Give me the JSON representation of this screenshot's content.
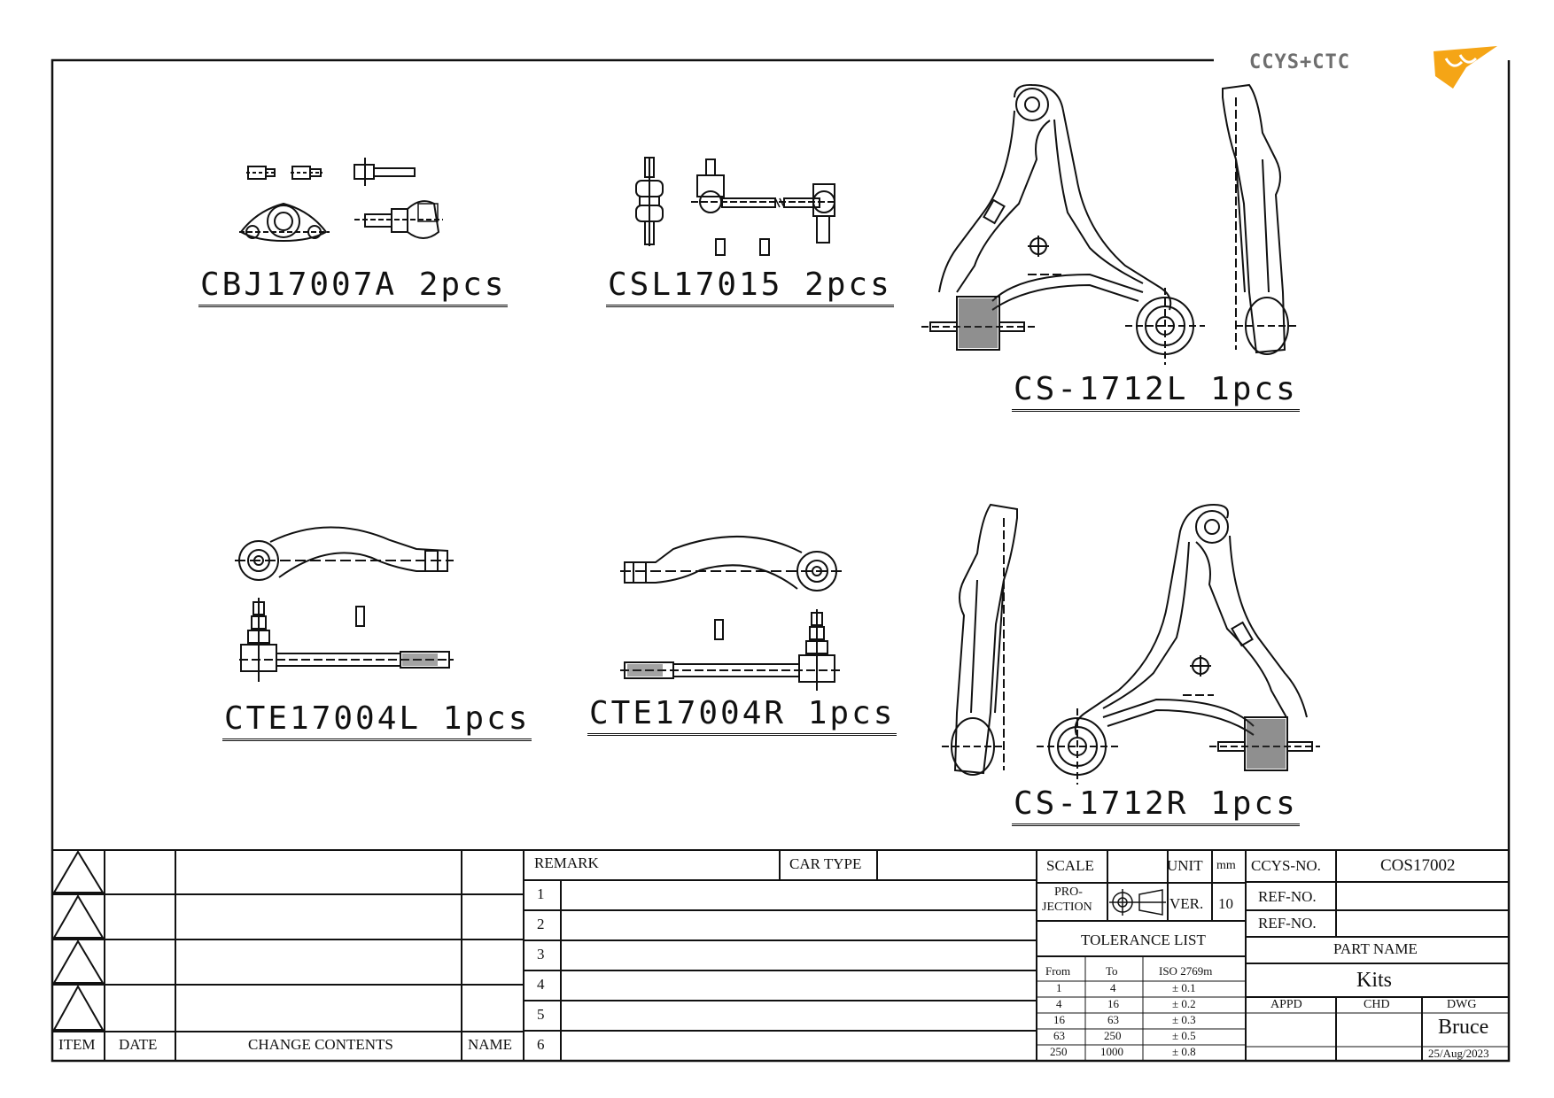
{
  "logo": {
    "text": "CCYS+CTC",
    "brand_color": "#f5a516"
  },
  "parts": [
    {
      "label": "CBJ17007A  2pcs"
    },
    {
      "label": "CSL17015  2pcs"
    },
    {
      "label": "CS-1712L  1pcs"
    },
    {
      "label": "CTE17004L  1pcs"
    },
    {
      "label": "CTE17004R  1pcs"
    },
    {
      "label": "CS-1712R  1pcs"
    }
  ],
  "revision_table": {
    "headers": {
      "item": "ITEM",
      "date": "DATE",
      "change": "CHANGE CONTENTS",
      "name": "NAME"
    }
  },
  "remark": {
    "title": "REMARK",
    "car_type": "CAR TYPE",
    "rows": [
      "1",
      "2",
      "3",
      "4",
      "5",
      "6"
    ]
  },
  "scale": {
    "label": "SCALE",
    "unit_label": "UNIT",
    "unit": "mm"
  },
  "projection": {
    "label_1": "PRO-",
    "label_2": "JECTION",
    "ver_label": "VER.",
    "ver": "10"
  },
  "tolerance": {
    "title": "TOLERANCE LIST",
    "headers": [
      "From",
      "To",
      "ISO 2769m"
    ],
    "rows": [
      [
        "1",
        "4",
        "± 0.1"
      ],
      [
        "4",
        "16",
        "± 0.2"
      ],
      [
        "16",
        "63",
        "± 0.3"
      ],
      [
        "63",
        "250",
        "± 0.5"
      ],
      [
        "250",
        "1000",
        "± 0.8"
      ]
    ]
  },
  "info": {
    "ccys_no_label": "CCYS-NO.",
    "ccys_no": "COS17002",
    "ref_no_label_1": "REF-NO.",
    "ref_no_label_2": "REF-NO.",
    "part_name_label": "PART NAME",
    "part_name": "Kits",
    "appd": "APPD",
    "chd": "CHD",
    "dwg": "DWG",
    "drawer": "Bruce",
    "date": "25/Aug/2023"
  }
}
